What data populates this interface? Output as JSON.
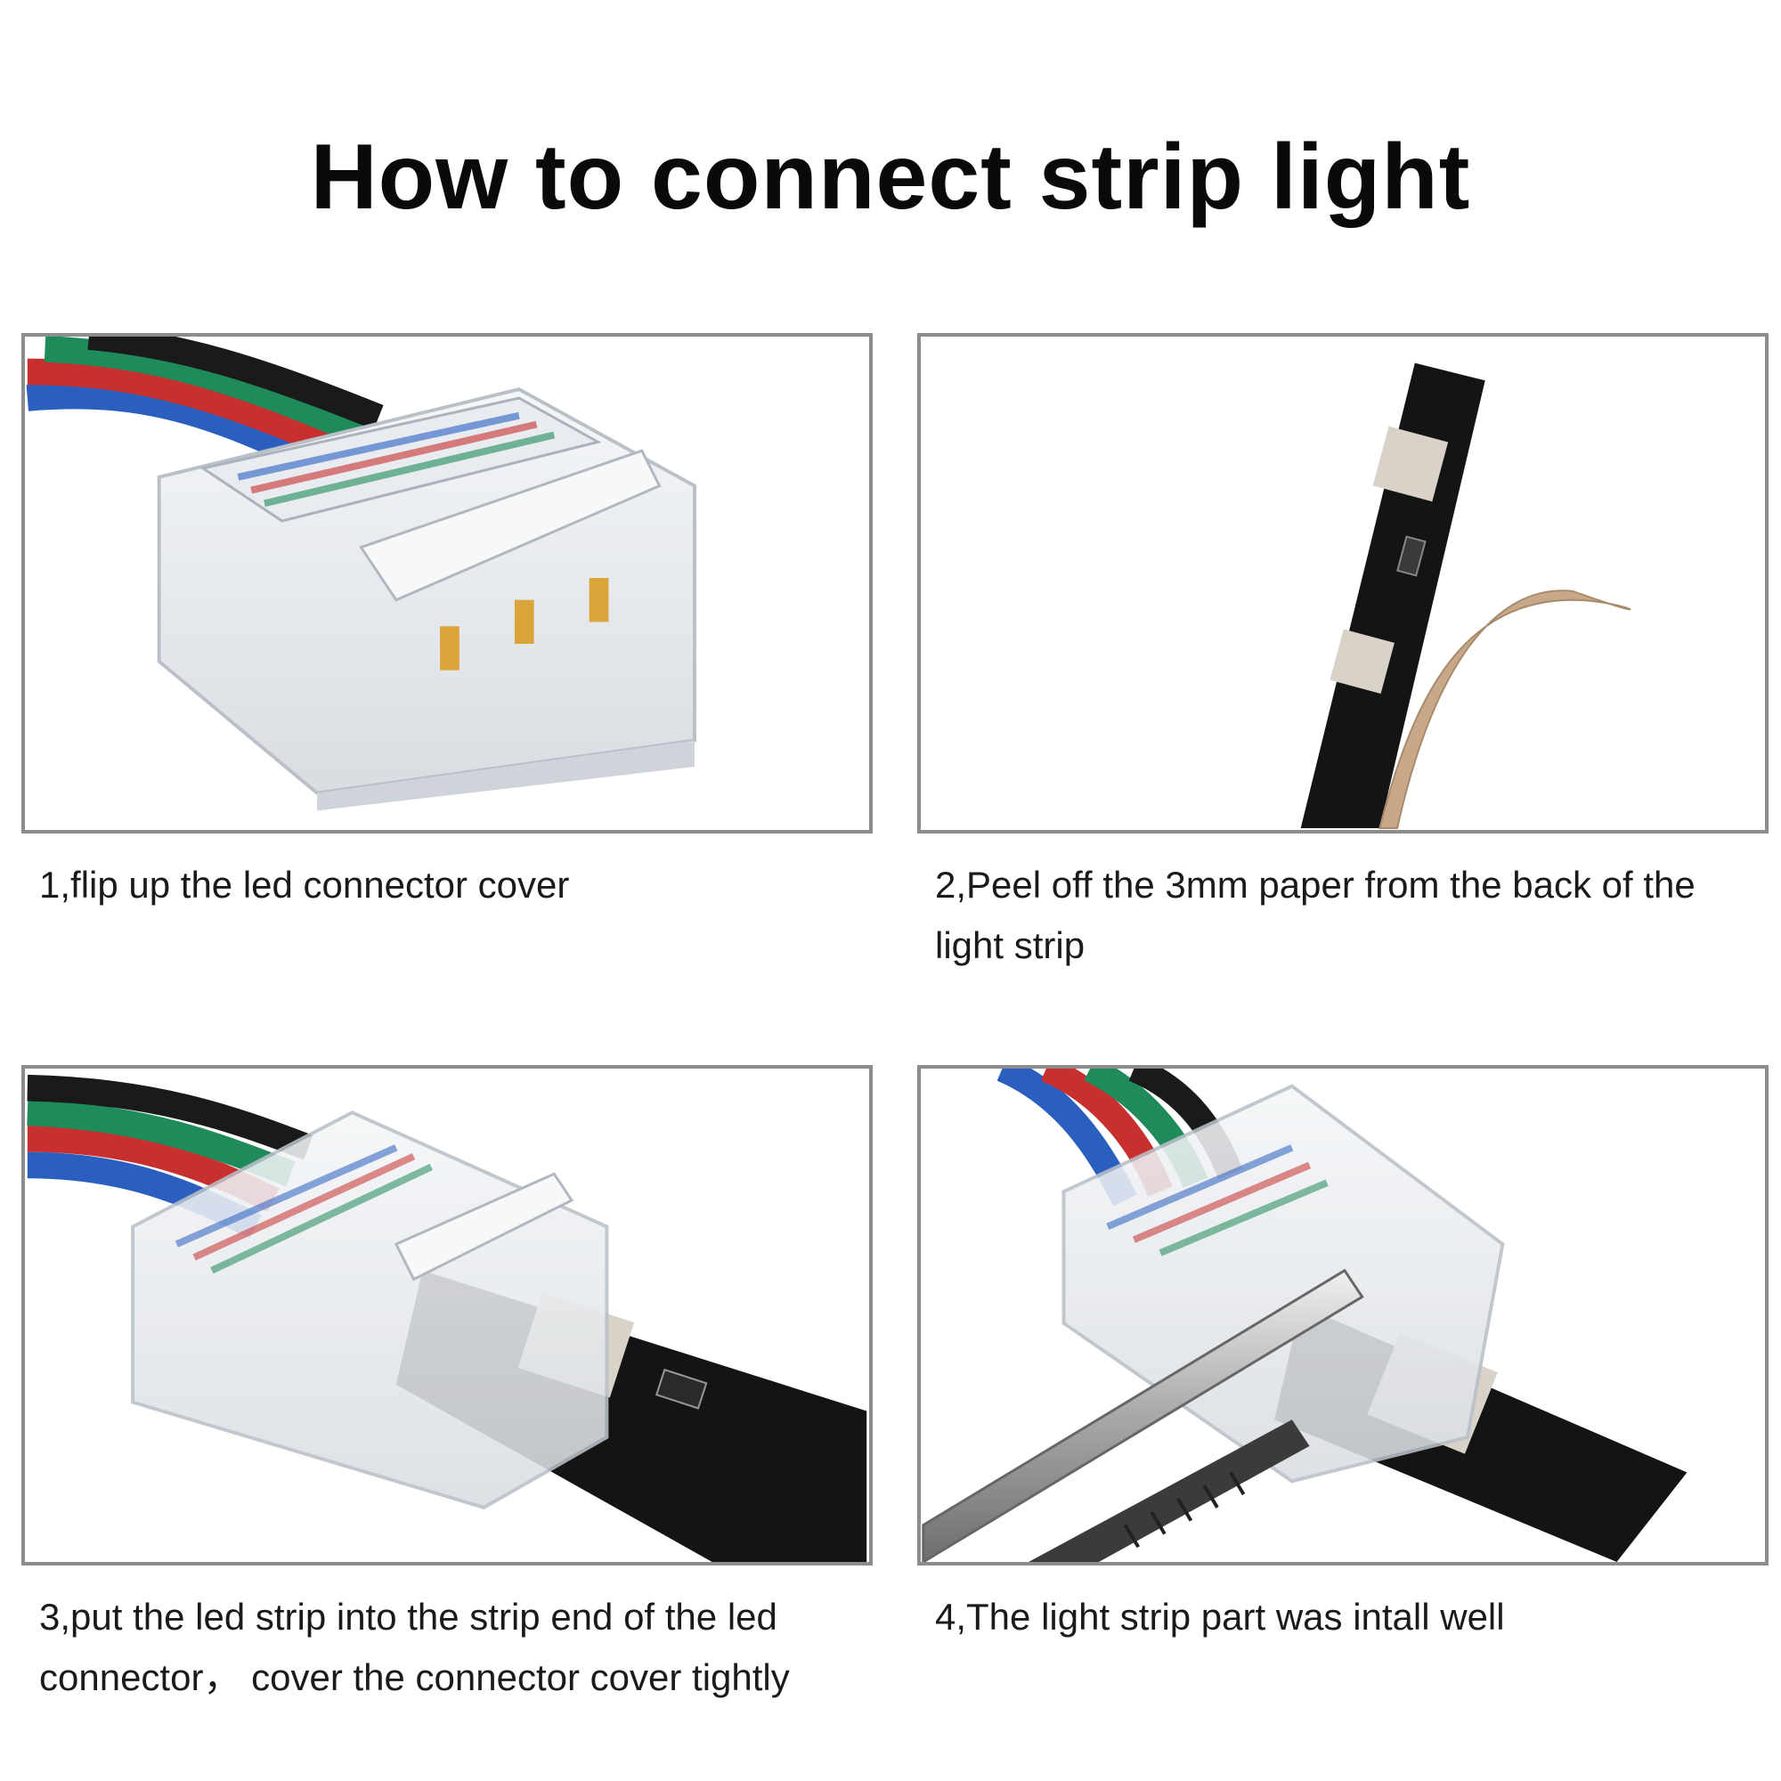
{
  "page": {
    "title": "How to connect strip light"
  },
  "steps": [
    {
      "caption": "1,flip up the led connector cover",
      "image": "connector-open-photo"
    },
    {
      "caption": "2,Peel off the 3mm paper from the back of the light strip",
      "image": "strip-peel-photo"
    },
    {
      "caption": "3,put the led strip into the strip end of the led connector， cover the connector cover tightly",
      "image": "strip-insert-photo"
    },
    {
      "caption": "4,The light strip part was intall well",
      "image": "pliers-press-photo"
    }
  ],
  "colors": {
    "wire_blue": "#2a5fc0",
    "wire_red": "#c8302f",
    "wire_green": "#1f8a5a",
    "wire_black": "#1a1a1a",
    "strip_black": "#141414",
    "border": "#8c8c8c"
  }
}
